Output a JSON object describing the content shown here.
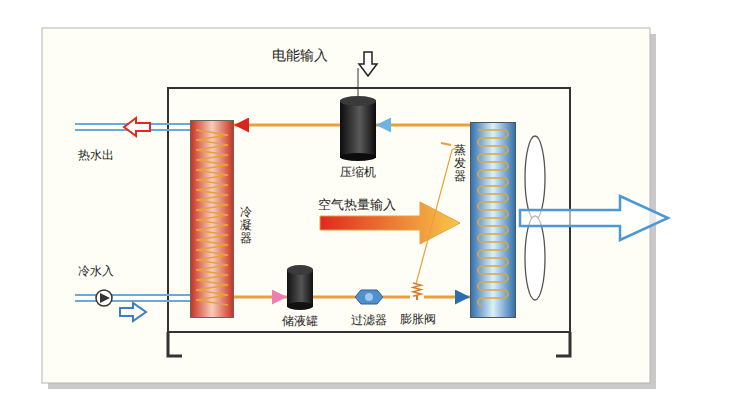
{
  "diagram": {
    "nodes": [
      {
        "text": [
          "压缩机"
        ]
      },
      {
        "text": [
          "冷凝器"
        ]
      },
      {
        "text": [
          "蒸发器"
        ]
      },
      {
        "text": [
          "储液罐"
        ]
      },
      {
        "text": [
          "过滤器"
        ]
      },
      {
        "text": [
          "膨胀阀"
        ]
      }
    ],
    "edges": [
      {
        "from": 0,
        "to": 1,
        "arrow": "to"
      },
      {
        "from": 2,
        "to": 0,
        "arrow": "to"
      },
      {
        "from": 1,
        "to": 3,
        "arrow": "to"
      },
      {
        "from": 3,
        "to": 4,
        "arrow": "none"
      },
      {
        "from": 4,
        "to": 5,
        "arrow": "none"
      },
      {
        "from": 5,
        "to": 2,
        "arrow": "to"
      }
    ],
    "labels": [
      "电能输入",
      "空气热量输入",
      "热水出",
      "冷水入"
    ]
  }
}
